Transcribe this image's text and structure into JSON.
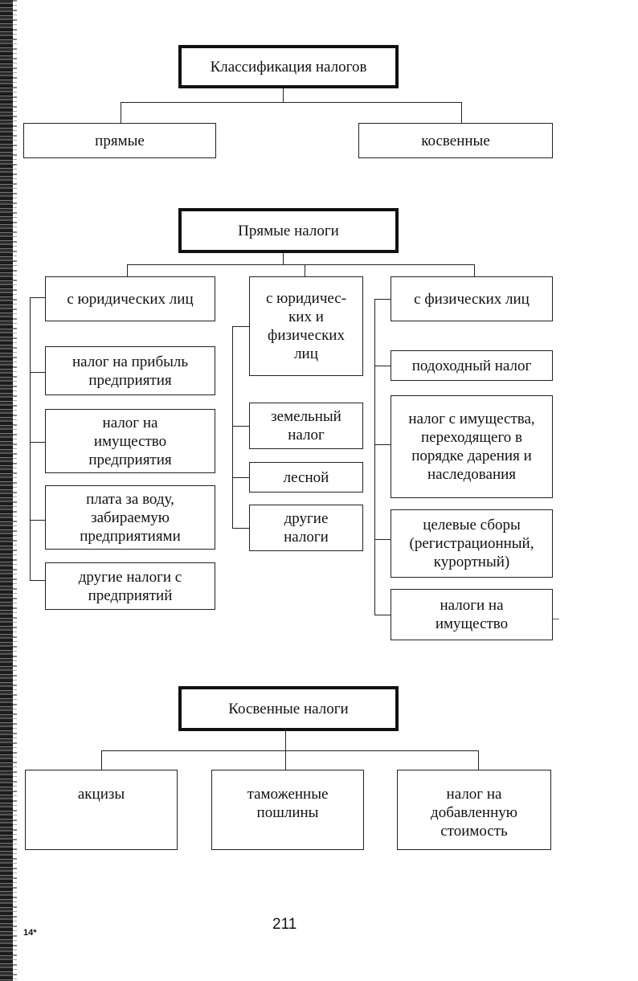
{
  "classification": {
    "title": "Классификация налогов",
    "direct": "прямые",
    "indirect": "косвенные"
  },
  "direct": {
    "title": "Прямые налоги",
    "legal_entities": {
      "header": "с юридических лиц",
      "items": [
        "налог на прибыль предприятия",
        "налог на имущество предприятия",
        "плата за воду, забираемую предприятиями",
        "другие налоги с предприятий"
      ]
    },
    "legal_and_individuals": {
      "header": "с юридичес- ких и физических лиц",
      "items": [
        "земельный налог",
        "лесной",
        "другие налоги"
      ]
    },
    "individuals": {
      "header": "с физических лиц",
      "items": [
        "подоходный налог",
        "налог с имущества, переходящего в порядке дарения и наследования",
        "целевые сборы (регистрационный, курортный)",
        "налоги на имущество"
      ]
    }
  },
  "indirect": {
    "title": "Косвенные налоги",
    "items": [
      "акцизы",
      "таможенные пошлины",
      "налог на добавленную стоимость"
    ]
  },
  "page_number": "211",
  "signature_mark": "14*"
}
